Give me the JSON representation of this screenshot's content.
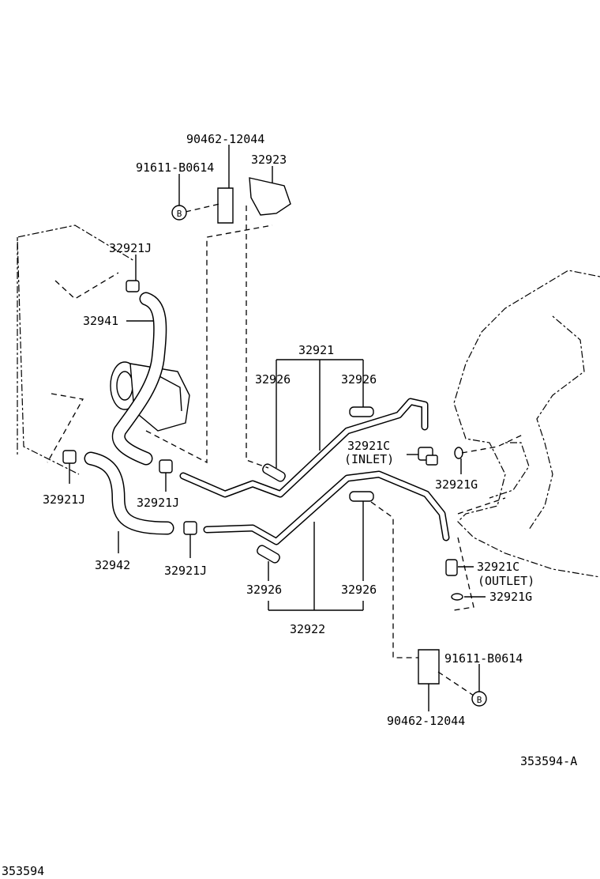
{
  "labels": {
    "clamp_bolt_top": "90462-12044",
    "bolt_top": "91611-B0614",
    "bracket": "32923",
    "clamp_j_top": "32921J",
    "hose_upper": "32941",
    "pipe_set_upper": "32921",
    "cushion_upper_left": "32926",
    "cushion_upper_right": "32926",
    "union_inlet": "32921C",
    "union_inlet_note": "(INLET)",
    "gasket_inlet": "32921G",
    "clamp_j_left": "32921J",
    "clamp_j_mid": "32921J",
    "hose_lower": "32942",
    "clamp_j_lower": "32921J",
    "cushion_lower_left": "32926",
    "cushion_lower_right": "32926",
    "pipe_set_lower": "32922",
    "union_outlet": "32921C",
    "union_outlet_note": "(OUTLET)",
    "gasket_outlet": "32921G",
    "bolt_bottom": "91611-B0614",
    "clamp_bolt_bottom": "90462-12044",
    "callout_b": "B",
    "figure_code": "353594-A",
    "page_code": "353594"
  }
}
